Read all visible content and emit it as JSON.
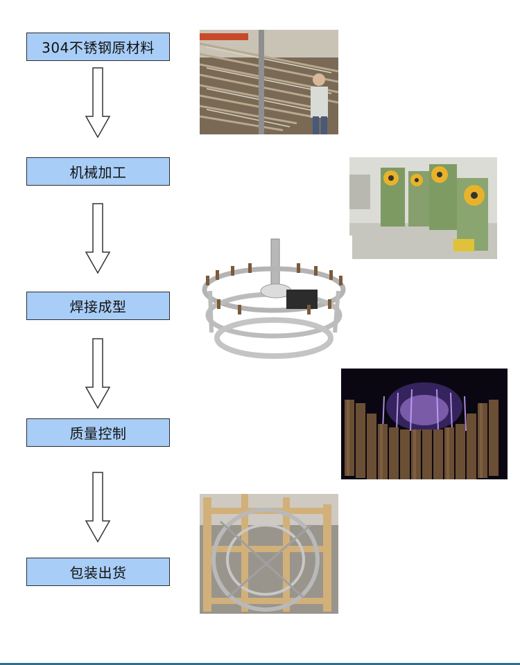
{
  "steps": [
    {
      "label": "304不锈钢原材料"
    },
    {
      "label": "机械加工"
    },
    {
      "label": "焊接成型"
    },
    {
      "label": "质量控制"
    },
    {
      "label": "包装出货"
    }
  ],
  "photos": [
    {
      "subject": "stainless-steel-pipe-rack-warehouse"
    },
    {
      "subject": "punch-press-machines"
    },
    {
      "subject": "ring-fountain-nozzle-frame"
    },
    {
      "subject": "illuminated-fountain-in-wooden-fence"
    },
    {
      "subject": "wooden-crate-packaging"
    }
  ],
  "colors": {
    "step_fill": "#a8cdf7",
    "step_border": "#2a2a2a",
    "arrow_stroke": "#333333",
    "bottom_bar": "#2f6f8e"
  }
}
